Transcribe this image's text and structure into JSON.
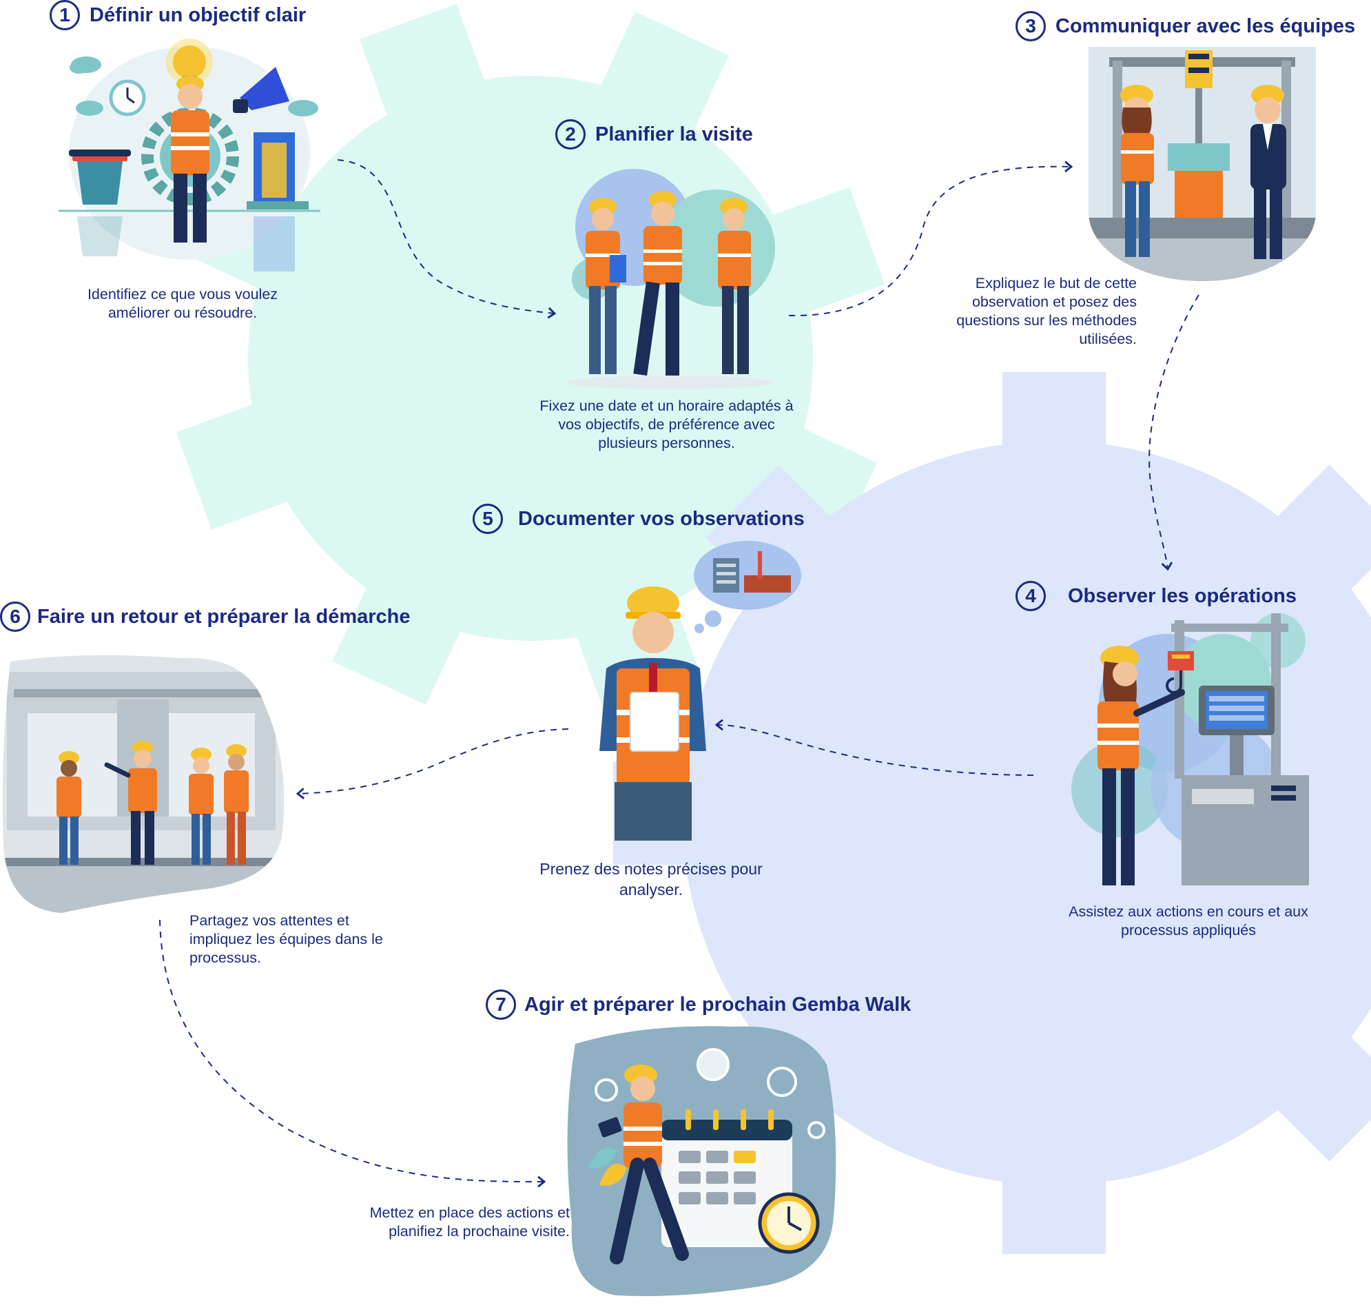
{
  "colors": {
    "gear_top": "#dcf8f3",
    "gear_bottom": "#dde6fa",
    "title": "#1b2a80",
    "vest": "#f07a26",
    "helmet": "#f6c330",
    "navy": "#1c2d57",
    "teal": "#7fc6c9"
  },
  "steps": [
    {
      "number": "1",
      "title": "Définir un objectif clair",
      "description": "Identifiez ce que vous voulez améliorer ou résoudre."
    },
    {
      "number": "2",
      "title": "Planifier la visite",
      "description": "Fixez une date et un horaire adaptés à vos objectifs, de préférence avec plusieurs personnes."
    },
    {
      "number": "3",
      "title": "Communiquer avec les équipes",
      "description": "Expliquez le but de cette observation et posez des questions sur les méthodes utilisées."
    },
    {
      "number": "4",
      "title": "Observer les opérations",
      "description": "Assistez aux actions en cours et aux processus appliqués"
    },
    {
      "number": "5",
      "title": "Documenter vos observations",
      "description": "Prenez des notes précises pour analyser."
    },
    {
      "number": "6",
      "title": "Faire un retour et préparer la démarche",
      "description": "Partagez vos attentes et impliquez les équipes dans le processus."
    },
    {
      "number": "7",
      "title": "Agir et préparer le prochain Gemba Walk",
      "description": "Mettez en place des actions et planifiez la prochaine visite."
    }
  ],
  "icons": [
    "gear-icon",
    "lightbulb-icon",
    "megaphone-icon",
    "clock-icon",
    "trash-bin-icon",
    "factory-icon",
    "calendar-icon",
    "clipboard-icon",
    "control-panel-icon",
    "crane-hook-icon"
  ]
}
